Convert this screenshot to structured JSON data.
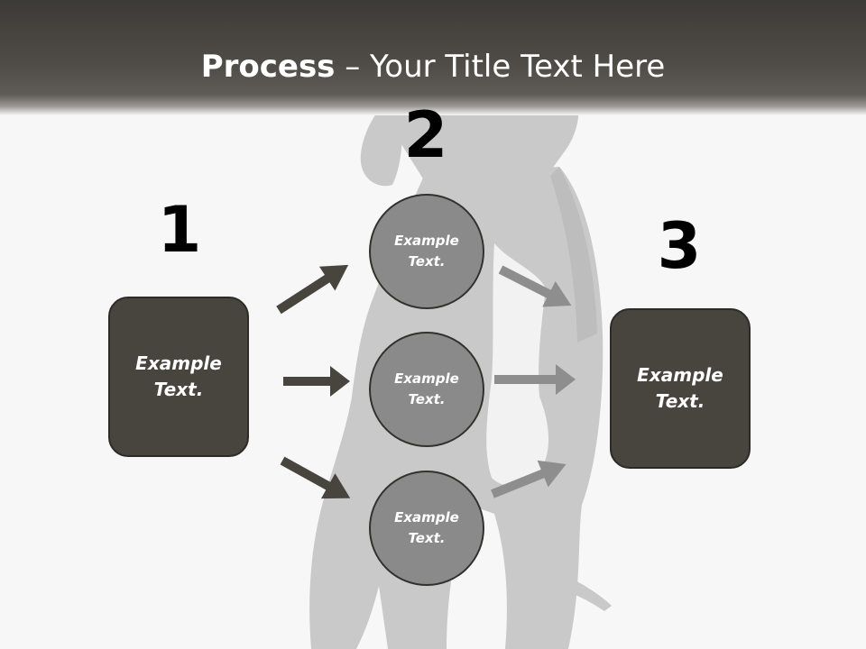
{
  "title": {
    "bold": "Process",
    "rest": " – Your Title Text Here"
  },
  "steps": {
    "one": {
      "number": "1",
      "text": "Example Text."
    },
    "two": {
      "number": "2",
      "items": [
        "Example Text.",
        "Example Text.",
        "Example Text."
      ]
    },
    "three": {
      "number": "3",
      "text": "Example Text."
    }
  },
  "colors": {
    "header": "#4f4c47",
    "box": "#48453f",
    "circle": "#8a8a8a",
    "arrow_dark": "#48453f",
    "arrow_light": "#8e8e8e"
  }
}
